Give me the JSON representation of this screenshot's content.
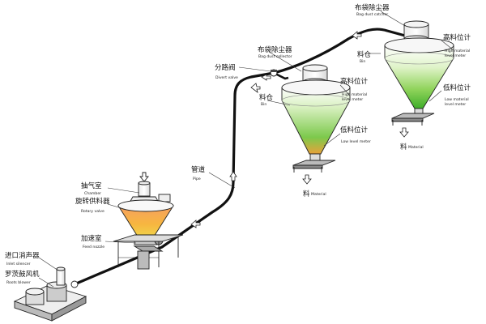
{
  "labels": {
    "bag_dust_catcher": {
      "zh": "布袋除尘器",
      "en": "Bag dust catcher"
    },
    "bag_dust_collector": {
      "zh": "布袋除尘器",
      "en": "Bag dust collector"
    },
    "divert_valve": {
      "zh": "分路阀",
      "en": "Divert valve"
    },
    "bin_right": {
      "zh": "料仓",
      "en": "Bin"
    },
    "bin_mid": {
      "zh": "料仓",
      "en": "Bin"
    },
    "high_meter_right": {
      "zh": "高料位计",
      "en1": "High material",
      "en2": "level meter"
    },
    "high_meter_mid": {
      "zh": "高料位计",
      "en1": "High material",
      "en2": "level meter"
    },
    "low_meter_right": {
      "zh": "低料位计",
      "en1": "Low material",
      "en2": "level meter"
    },
    "low_meter_mid": {
      "zh": "低料位计",
      "en": "Low level meter"
    },
    "material_right": {
      "zh": "料",
      "en": "Material"
    },
    "material_mid": {
      "zh": "料",
      "en": "Material"
    },
    "pipe": {
      "zh": "管道",
      "en": "Pipe"
    },
    "chamber": {
      "zh": "抽气室",
      "en": "Chamber"
    },
    "rotary_valve": {
      "zh": "旋转供料器",
      "en": "Rotary valve"
    },
    "feed_nozzle": {
      "zh": "加速室",
      "en": "Feed nozzle"
    },
    "inlet_silencer": {
      "zh": "进口消声器",
      "en": "Inlet silencer"
    },
    "roots_blower": {
      "zh": "罗茨鼓风机",
      "en": "Roots blower"
    }
  }
}
